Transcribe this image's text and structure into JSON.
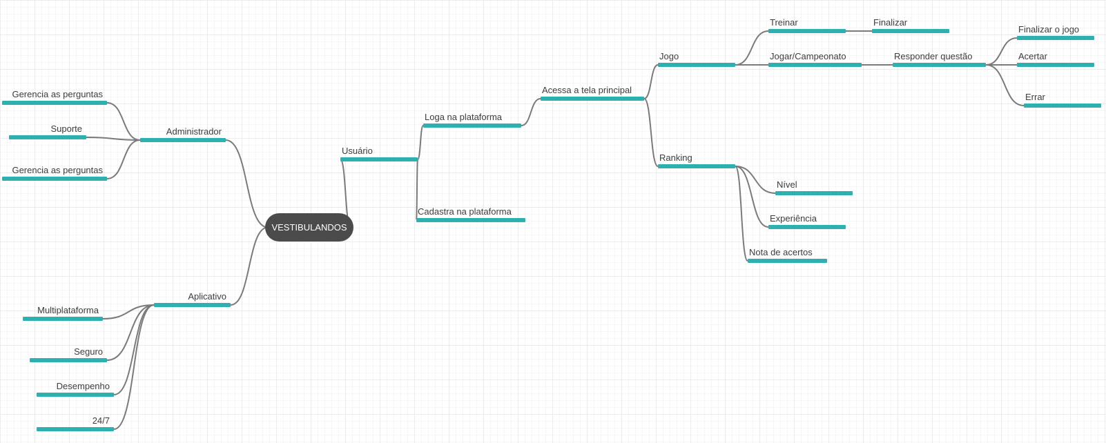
{
  "colors": {
    "bar": "#2fb0b0",
    "line": "#7a7a7a",
    "root_bg": "#4b4b4b",
    "text": "#3c3c3c",
    "grid": "#ececec"
  },
  "root": "VESTIBULANDOS",
  "nodes": {
    "administrador": "Administrador",
    "gerencia_1": "Gerencia as perguntas",
    "suporte": "Suporte",
    "gerencia_2": "Gerencia as perguntas",
    "aplicativo": "Aplicativo",
    "multiplataforma": "Multiplataforma",
    "seguro": "Seguro",
    "desempenho": "Desempenho",
    "always": "24/7",
    "usuario": "Usuário",
    "loga": "Loga na plataforma",
    "cadastra": "Cadastra na plataforma",
    "acessa": "Acessa a tela principal",
    "jogo": "Jogo",
    "treinar": "Treinar",
    "finalizar": "Finalizar",
    "jogar": "Jogar/Campeonato",
    "responder": "Responder questão",
    "finalizar_jogo": "Finalizar o jogo",
    "acertar": "Acertar",
    "errar": "Errar",
    "ranking": "Ranking",
    "nivel": "Nível",
    "experiencia": "Experiência",
    "nota": "Nota de acertos"
  },
  "edges": [
    [
      "root",
      "administrador"
    ],
    [
      "root",
      "aplicativo"
    ],
    [
      "root",
      "usuario"
    ],
    [
      "administrador",
      "gerencia_1"
    ],
    [
      "administrador",
      "suporte"
    ],
    [
      "administrador",
      "gerencia_2"
    ],
    [
      "aplicativo",
      "multiplataforma"
    ],
    [
      "aplicativo",
      "seguro"
    ],
    [
      "aplicativo",
      "desempenho"
    ],
    [
      "aplicativo",
      "always"
    ],
    [
      "usuario",
      "loga"
    ],
    [
      "usuario",
      "cadastra"
    ],
    [
      "loga",
      "acessa"
    ],
    [
      "acessa",
      "jogo"
    ],
    [
      "acessa",
      "ranking"
    ],
    [
      "jogo",
      "treinar"
    ],
    [
      "jogo",
      "jogar"
    ],
    [
      "treinar",
      "finalizar"
    ],
    [
      "jogar",
      "responder"
    ],
    [
      "responder",
      "finalizar_jogo"
    ],
    [
      "responder",
      "acertar"
    ],
    [
      "responder",
      "errar"
    ],
    [
      "ranking",
      "nivel"
    ],
    [
      "ranking",
      "experiencia"
    ],
    [
      "ranking",
      "nota"
    ]
  ]
}
